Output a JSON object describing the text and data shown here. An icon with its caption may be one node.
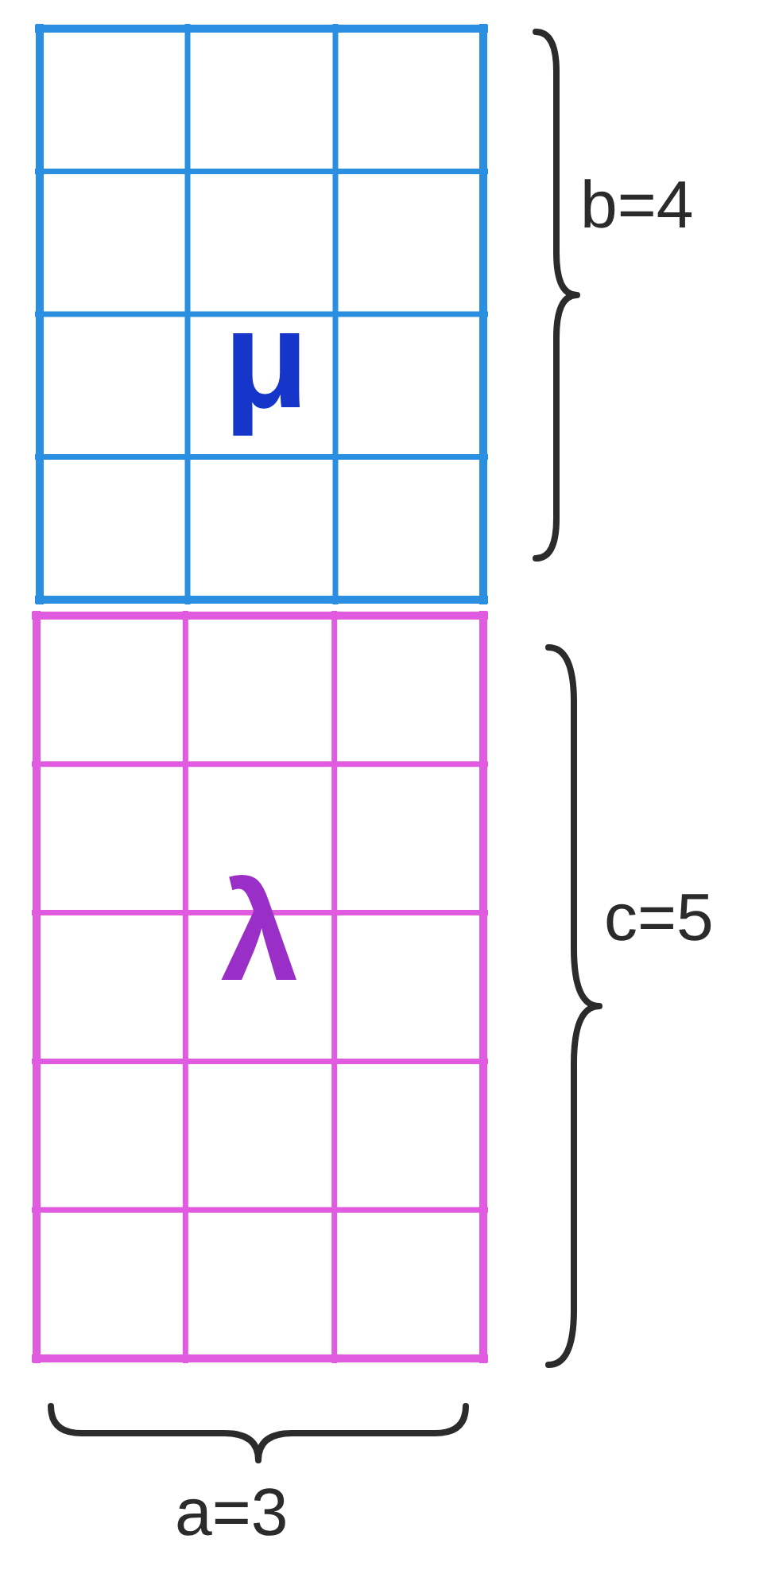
{
  "diagram": {
    "nodes": [
      {
        "text": [
          "μ"
        ]
      },
      {
        "text": [
          "λ"
        ]
      }
    ],
    "labels": [
      "b=4",
      "c=5",
      "a=3"
    ]
  }
}
